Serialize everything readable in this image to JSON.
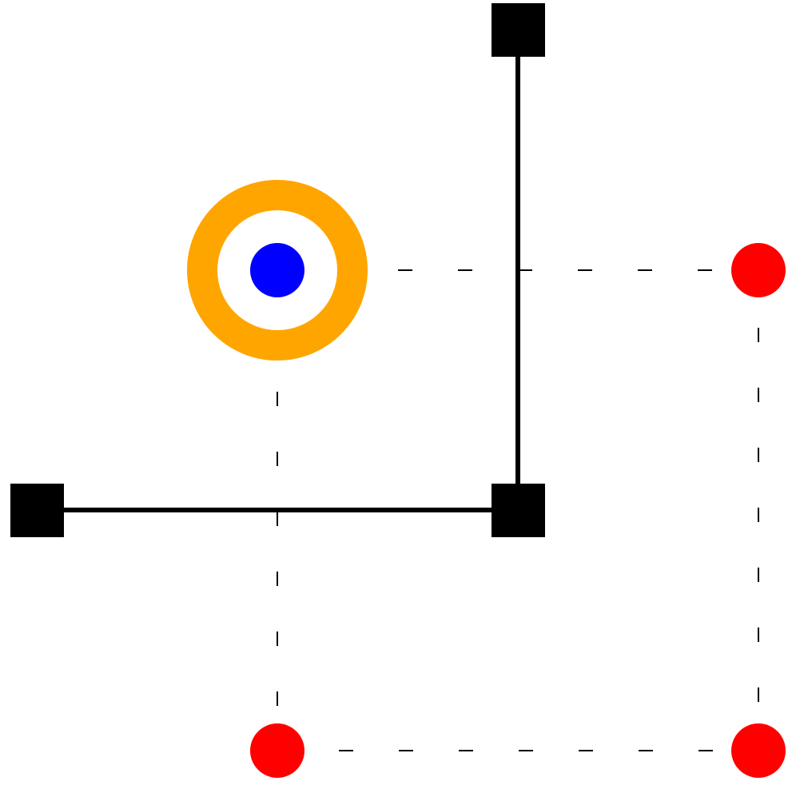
{
  "diagram": {
    "background_color": "#ffffff",
    "colors": {
      "wall": "#000000",
      "node": "#ff0000",
      "agent_ring": "#ffa500",
      "agent_core": "#0000ff",
      "path": "#000000"
    },
    "walls": {
      "count": 2,
      "endpoints_shape": "square"
    },
    "path": {
      "style": "dashed",
      "waypoint_count": 3
    },
    "agent": {
      "shape": "target-ring"
    }
  }
}
